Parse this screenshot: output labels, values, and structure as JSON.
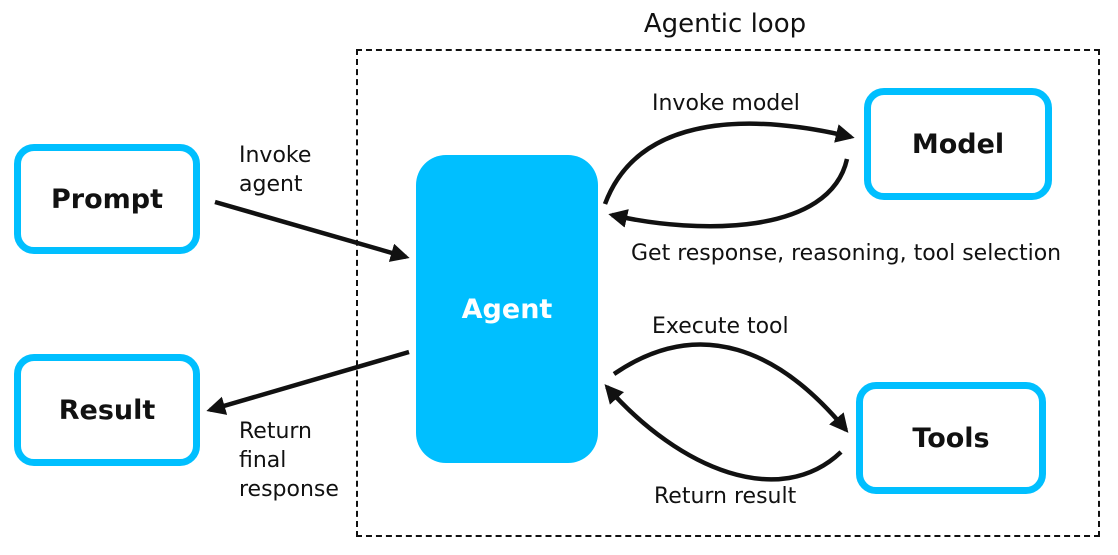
{
  "loop": {
    "title": "Agentic loop"
  },
  "nodes": {
    "prompt": "Prompt",
    "result": "Result",
    "agent": "Agent",
    "model": "Model",
    "tools": "Tools"
  },
  "edges": {
    "invoke_agent": [
      "Invoke",
      "agent"
    ],
    "return_final": [
      "Return",
      "final",
      "response"
    ],
    "invoke_model": "Invoke model",
    "get_response": "Get response, reasoning, tool selection",
    "execute_tool": "Execute tool",
    "return_result": "Return result"
  },
  "colors": {
    "accent": "#00bfff",
    "stroke": "#111111",
    "background": "#ffffff"
  }
}
